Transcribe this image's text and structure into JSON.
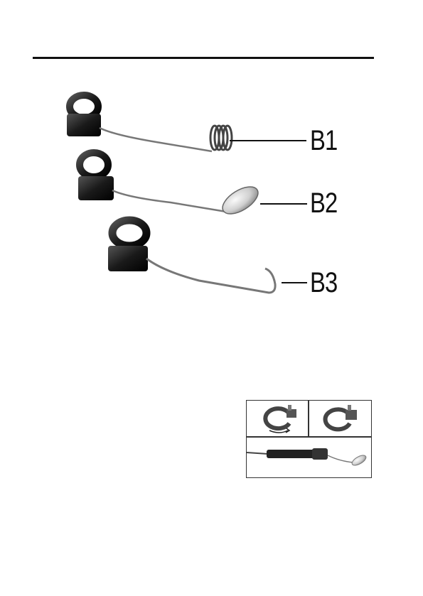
{
  "labels": {
    "b1": "B1",
    "b2": "B2",
    "b3": "B3"
  },
  "icons": {
    "b1": "spring-coil-magnet-tool",
    "b2": "mirror-tool",
    "b3": "hook-tool",
    "inset_open": "clip-ring-rotate",
    "inset_closed": "clip-ring",
    "inset_mounted": "camera-probe-with-mirror"
  }
}
